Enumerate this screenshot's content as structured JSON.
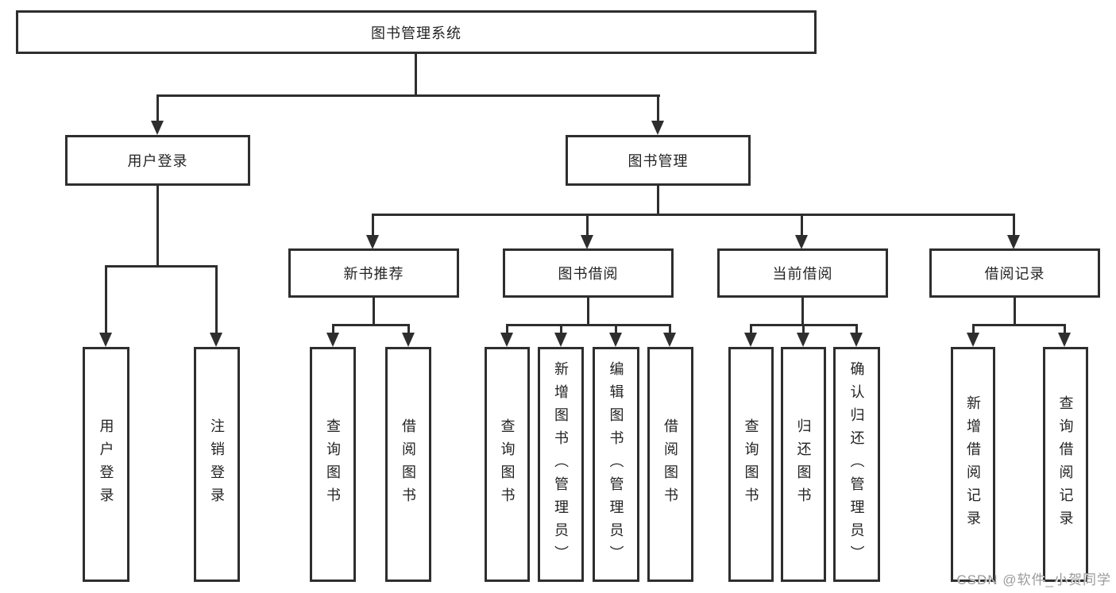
{
  "tree": {
    "root": "图书管理系统",
    "user": {
      "label": "用户登录",
      "children": [
        "用户登录",
        "注销登录"
      ]
    },
    "book": {
      "label": "图书管理",
      "sections": [
        {
          "label": "新书推荐",
          "children": [
            "查询图书",
            "借阅图书"
          ]
        },
        {
          "label": "图书借阅",
          "children": [
            "查询图书",
            "新增图书（管理员）",
            "编辑图书（管理员）",
            "借阅图书"
          ]
        },
        {
          "label": "当前借阅",
          "children": [
            "查询图书",
            "归还图书",
            "确认归还（管理员）"
          ]
        },
        {
          "label": "借阅记录",
          "children": [
            "新增借阅记录",
            "查询借阅记录"
          ]
        }
      ]
    }
  },
  "watermark": "CSDN @软件_小贺同学",
  "colors": {
    "line": "#2e2e2e",
    "text": "#232323",
    "watermark": "#9b9b9b",
    "background": "#ffffff"
  }
}
